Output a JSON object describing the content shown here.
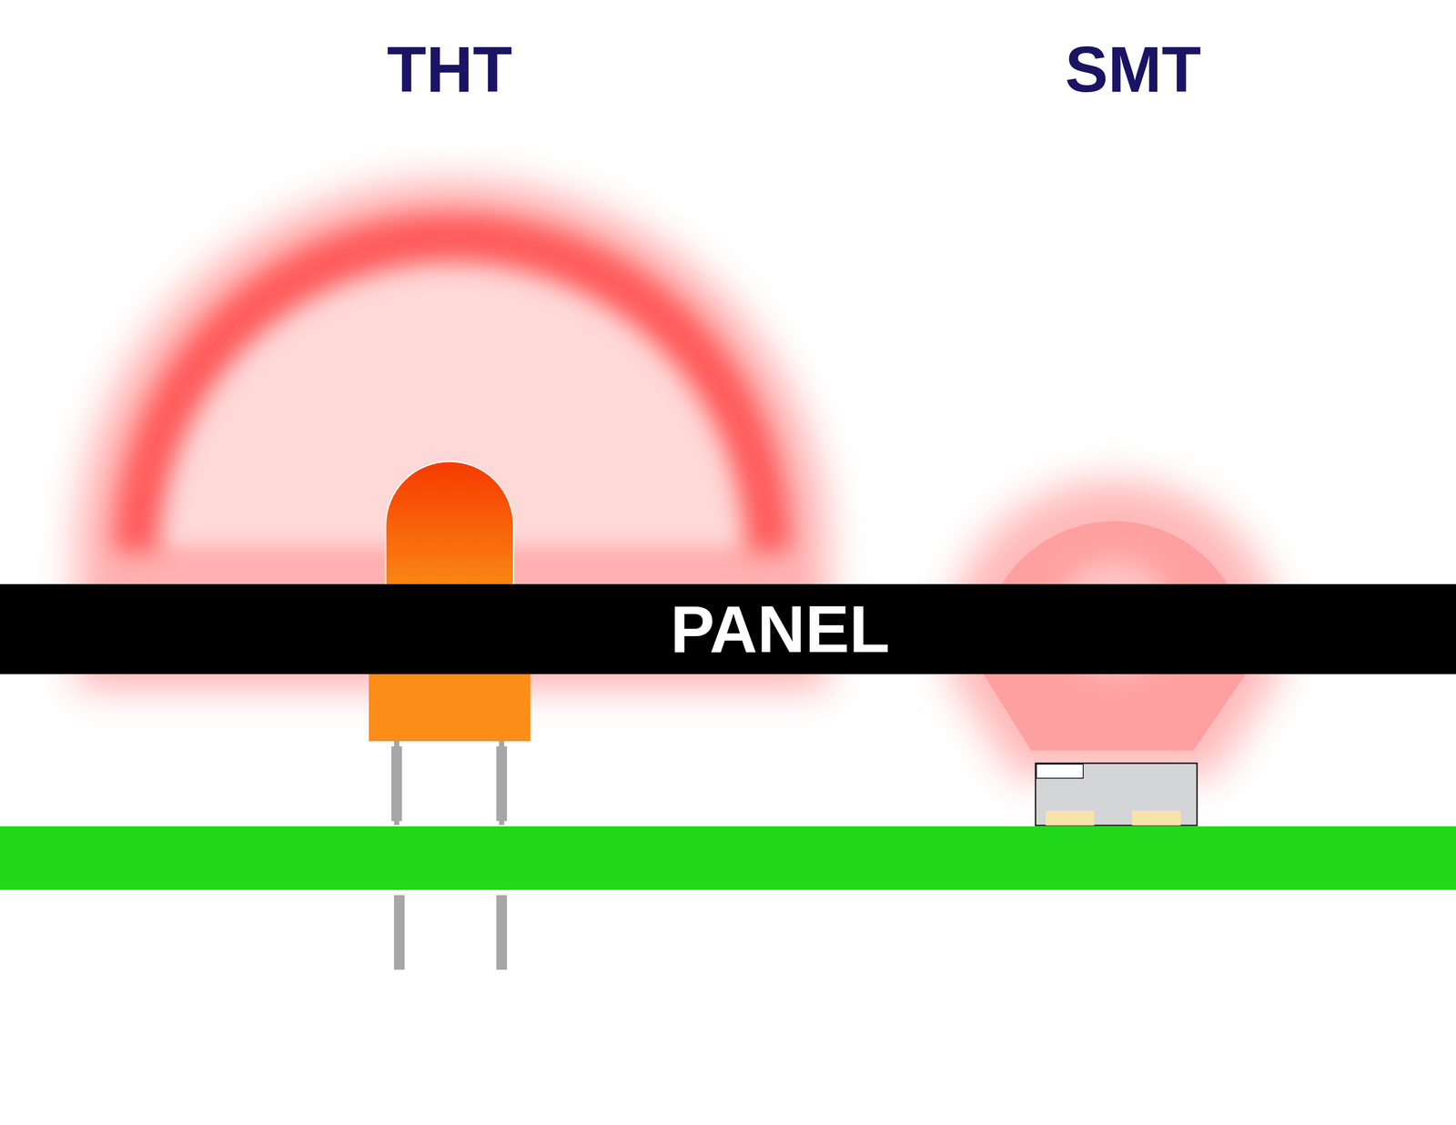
{
  "diagram": {
    "nodes": [
      {
        "text": [
          "PANEL"
        ]
      }
    ],
    "labels": [
      "THT",
      "SMT"
    ]
  }
}
